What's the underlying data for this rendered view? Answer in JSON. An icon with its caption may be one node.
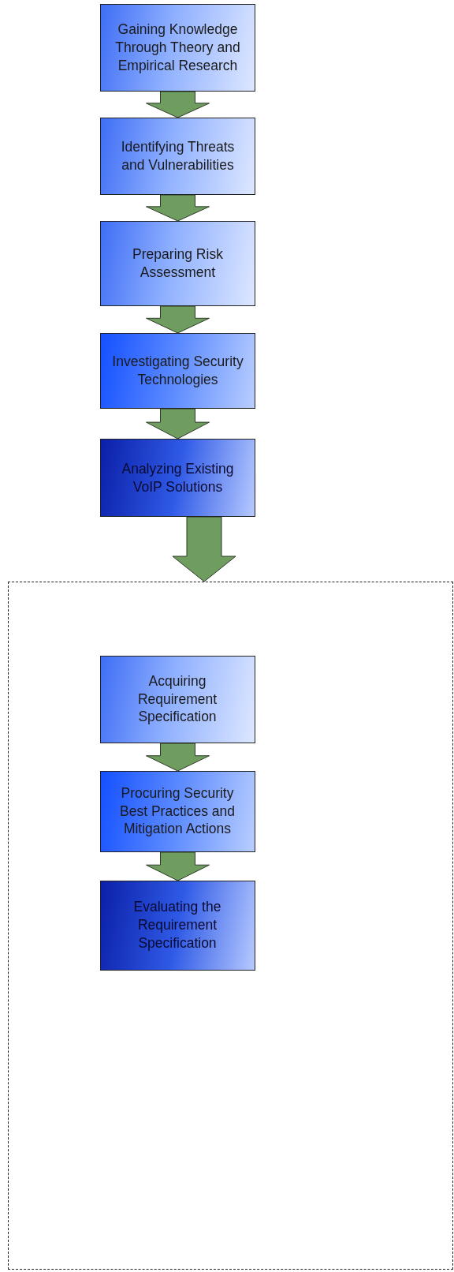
{
  "diagram": {
    "nodes": [
      {
        "text": [
          "Gaining Knowledge Through Theory and Empirical Research"
        ]
      },
      {
        "text": [
          "Identifying Threats and Vulnerabilities"
        ]
      },
      {
        "text": [
          "Preparing Risk Assessment"
        ]
      },
      {
        "text": [
          "Investigating Security Technologies"
        ]
      },
      {
        "text": [
          "Analyzing Existing VoIP Solutions"
        ]
      },
      {
        "text": [],
        "shape": "box"
      },
      {
        "text": [
          "Acquiring Requirement Specification"
        ],
        "in": 5
      },
      {
        "text": [
          "Procuring Security Best Practices and Mitigation Actions"
        ],
        "in": 5
      },
      {
        "text": [
          "Evaluating the Requirement Specification"
        ],
        "in": 5
      }
    ],
    "edges": [
      {
        "from": 0,
        "to": 1,
        "arrow": "to"
      },
      {
        "from": 1,
        "to": 2,
        "arrow": "to"
      },
      {
        "from": 2,
        "to": 3,
        "arrow": "to"
      },
      {
        "from": 3,
        "to": 4,
        "arrow": "to"
      },
      {
        "from": 4,
        "to": 5,
        "arrow": "to"
      },
      {
        "from": 6,
        "to": 7,
        "arrow": "to"
      },
      {
        "from": 7,
        "to": 8,
        "arrow": "to"
      }
    ]
  }
}
